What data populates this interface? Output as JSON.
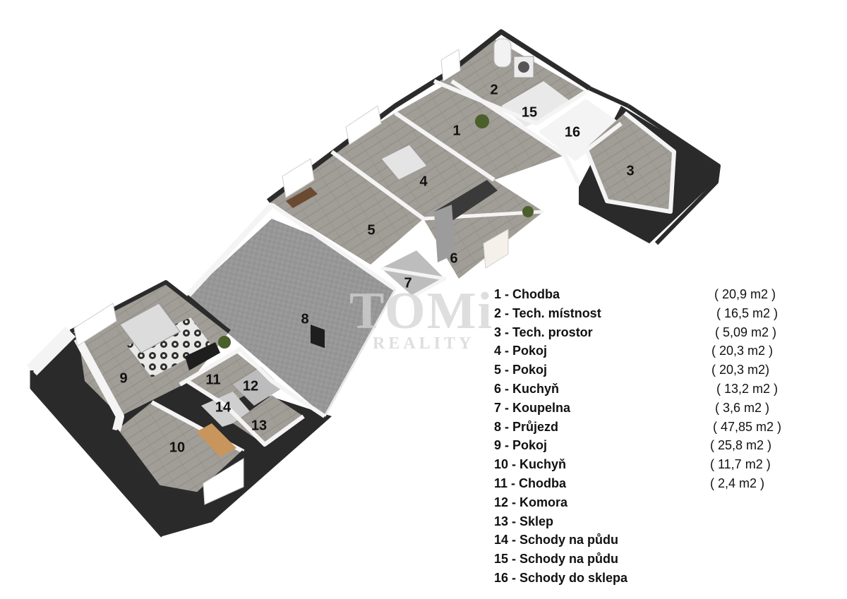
{
  "watermark": {
    "main": "TOMi",
    "sub": "REALITY"
  },
  "rooms": [
    {
      "id": "1",
      "label": "1 - Chodba",
      "area": "(  20,9 m2 )"
    },
    {
      "id": "2",
      "label": "2 - Tech. místnost",
      "area": "(  16,5 m2 )"
    },
    {
      "id": "3",
      "label": "3 - Tech. prostor",
      "area": "(  5,09 m2 )"
    },
    {
      "id": "4",
      "label": "4 - Pokoj",
      "area": "(  20,3 m2 )"
    },
    {
      "id": "5",
      "label": "5 - Pokoj",
      "area": "(  20,3 m2)"
    },
    {
      "id": "6",
      "label": "6 - Kuchyň",
      "area": "(  13,2 m2 )"
    },
    {
      "id": "7",
      "label": "7 - Koupelna",
      "area": "(  3,6 m2 )"
    },
    {
      "id": "8",
      "label": "8 - Průjezd",
      "area": "(  47,85 m2 )"
    },
    {
      "id": "9",
      "label": "9 - Pokoj",
      "area": "(  25,8 m2 )"
    },
    {
      "id": "10",
      "label": "10 - Kuchyň",
      "area": "(  11,7 m2 )"
    },
    {
      "id": "11",
      "label": "11 - Chodba",
      "area": "(  2,4 m2 )"
    },
    {
      "id": "12",
      "label": "12 - Komora",
      "area": ""
    },
    {
      "id": "13",
      "label": "13 - Sklep",
      "area": ""
    },
    {
      "id": "14",
      "label": "14 - Schody na půdu",
      "area": ""
    },
    {
      "id": "15",
      "label": "15 - Schody na půdu",
      "area": ""
    },
    {
      "id": "16",
      "label": "16 - Schody do sklepa",
      "area": ""
    }
  ],
  "colors": {
    "floor_wood": "#9e9a94",
    "floor_passage": "#9a9a9a",
    "wall_top": "#f2f2f2",
    "wall_dark": "#2b2b2b",
    "text": "#111111"
  }
}
